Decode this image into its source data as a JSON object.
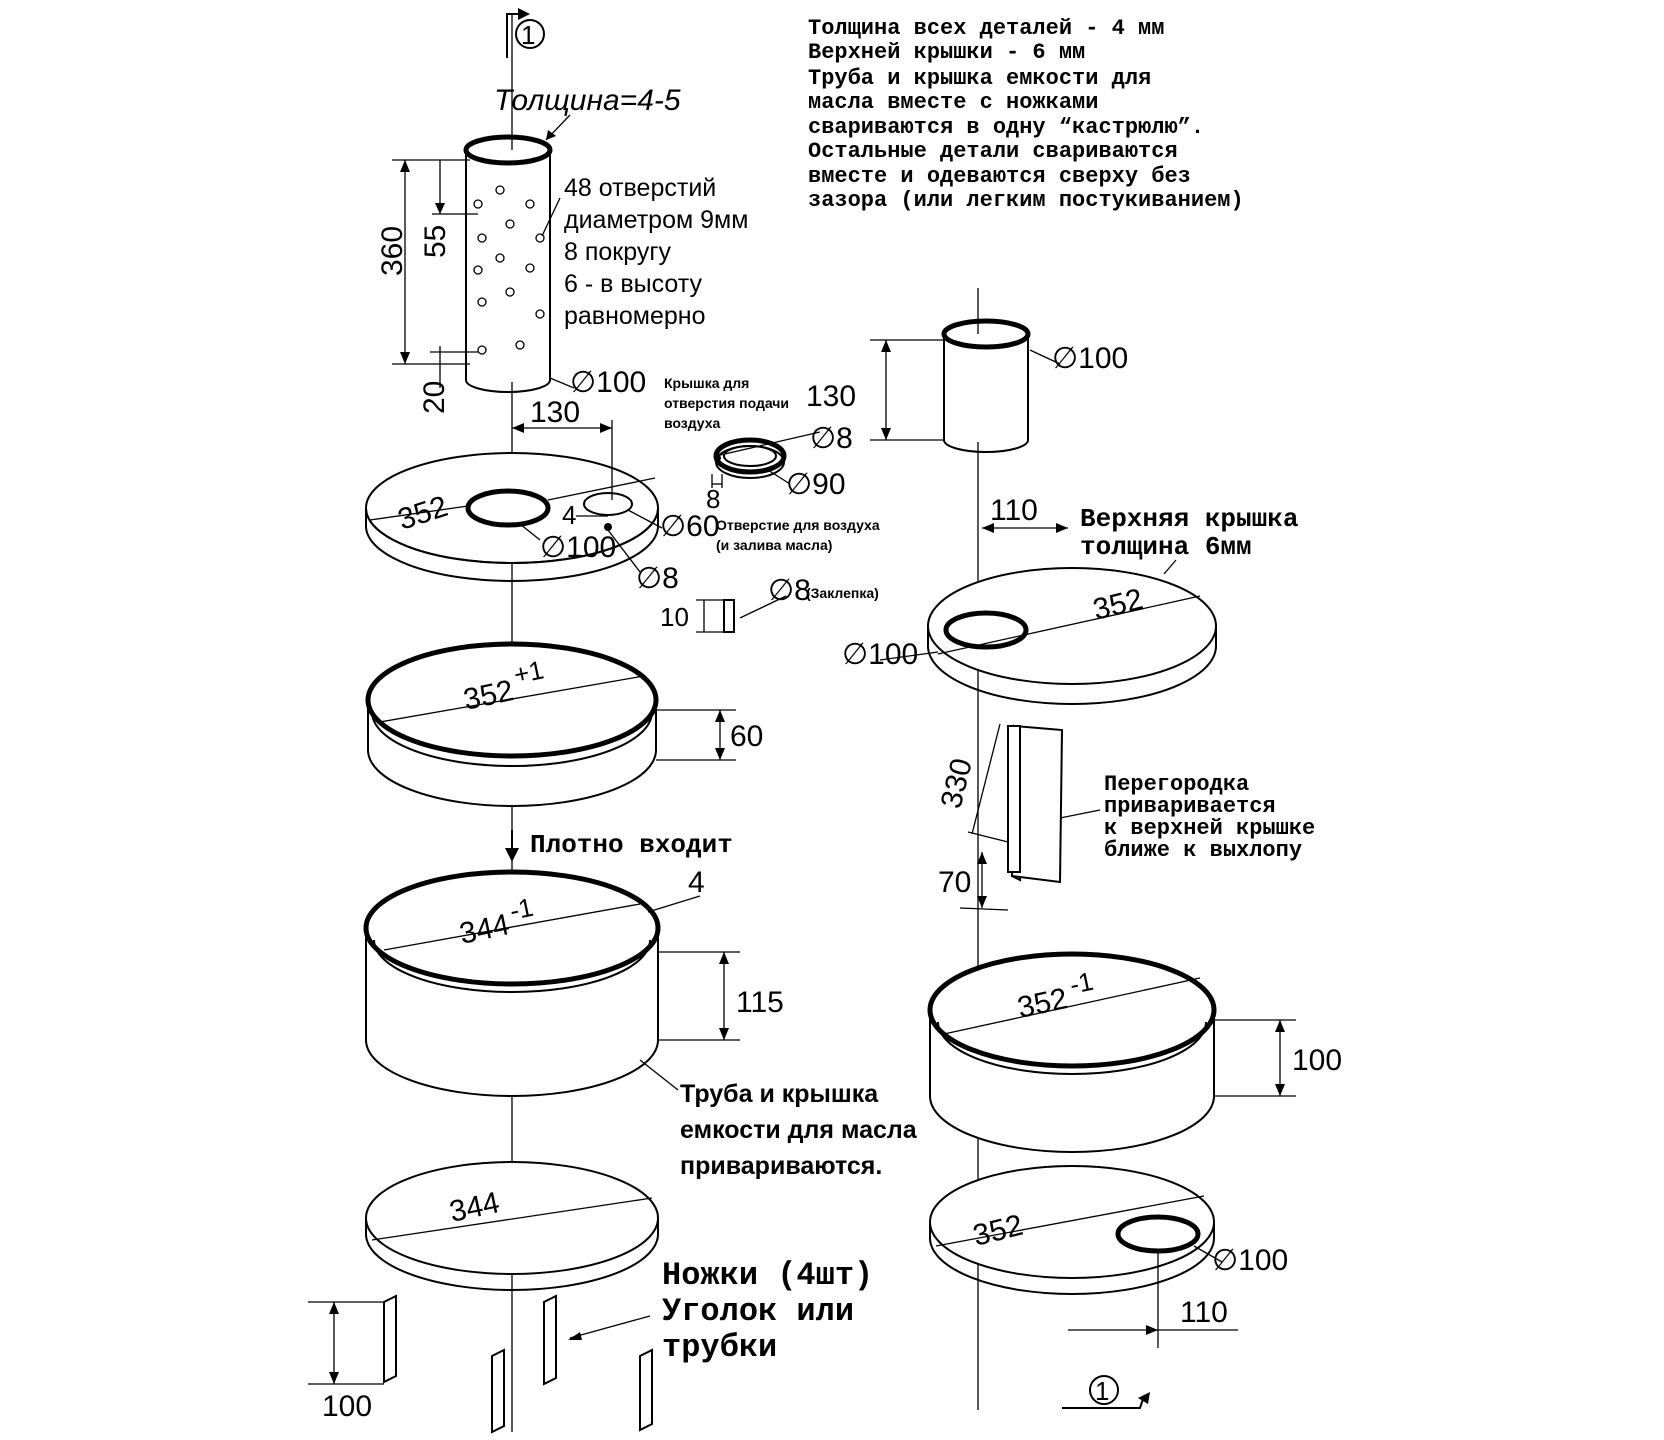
{
  "title_section": {
    "marker_top": "1",
    "marker_bottom": "1",
    "thickness_label": "Толщина=4-5"
  },
  "general_notes": [
    "Толщина всех деталей - 4 мм",
    "Верхней крышки - 6 мм",
    "Труба и крышка емкости для",
    "масла вместе с ножками",
    "свариваются в одну “кастрюлю”.",
    "Остальные детали свариваются",
    "вместе и одеваются сверху без",
    "зазора (или легким постукиванием)"
  ],
  "pipe": {
    "holes_note": [
      "48 отверстий",
      "диаметром 9мм",
      "8 покругу",
      "6 - в высоту",
      "равномерно"
    ],
    "height": "360",
    "top_gap": "55",
    "bottom_gap": "20",
    "diameter": "∅100"
  },
  "plate_top_left": {
    "offset": "130",
    "diameter": "352",
    "hole_main": "∅100",
    "hole_air": "∅60",
    "gap": "4",
    "rivet_hole": "∅8"
  },
  "air_cap": {
    "label": [
      "Крышка для",
      "отверстия подачи",
      "воздуха"
    ],
    "rivet_d": "∅8",
    "diameter": "∅90",
    "height": "8",
    "hole_label": [
      "Отверстие для воздуха",
      "(и залива масла)"
    ]
  },
  "rivet": {
    "length": "10",
    "diameter": "∅8",
    "label": "(Заклепка)"
  },
  "ring_352": {
    "diameter": "352",
    "tol": "+1",
    "height": "60"
  },
  "fit_note": "Плотно входит",
  "pot": {
    "diameter": "344",
    "tol": "-1",
    "wall": "4",
    "height": "115"
  },
  "weld_note": [
    "Труба и крышка",
    "емкости для масла",
    "привариваются."
  ],
  "bottom_344": {
    "diameter": "344"
  },
  "legs": {
    "note": [
      "Ножки (4шт)",
      "Уголок или",
      "трубки"
    ],
    "height": "100"
  },
  "right_pipe": {
    "height": "130",
    "diameter": "∅100"
  },
  "top_cover": {
    "offset": "110",
    "label": [
      "Верхняя крышка",
      "толщина 6мм"
    ],
    "diameter": "352",
    "hole": "∅100"
  },
  "partition": {
    "height": "330",
    "gap": "70",
    "note": [
      "Перегородка",
      "приваривается",
      "к верхней крышке",
      "ближе к выхлопу"
    ]
  },
  "ring_right": {
    "diameter": "352",
    "tol": "-1",
    "height": "100"
  },
  "bottom_right": {
    "diameter": "352",
    "hole": "∅100",
    "offset": "110"
  }
}
